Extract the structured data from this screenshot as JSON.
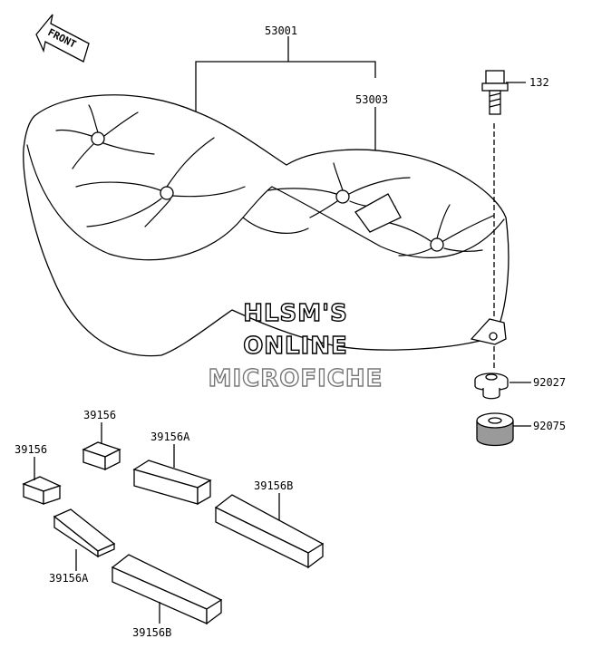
{
  "front_label": "FRONT",
  "watermark": {
    "line1": "HLSM'S",
    "line2": "ONLINE",
    "line3": "MICROFICHE"
  },
  "callouts": {
    "seat_assy": "53001",
    "seat_cover": "53003",
    "bolt": "132",
    "collar": "92027",
    "damper": "92075",
    "pad_small_upper": "39156",
    "pad_small_left": "39156",
    "pad_a_upper": "39156A",
    "pad_a_lower": "39156A",
    "pad_b_upper": "39156B",
    "pad_b_lower": "39156B"
  }
}
